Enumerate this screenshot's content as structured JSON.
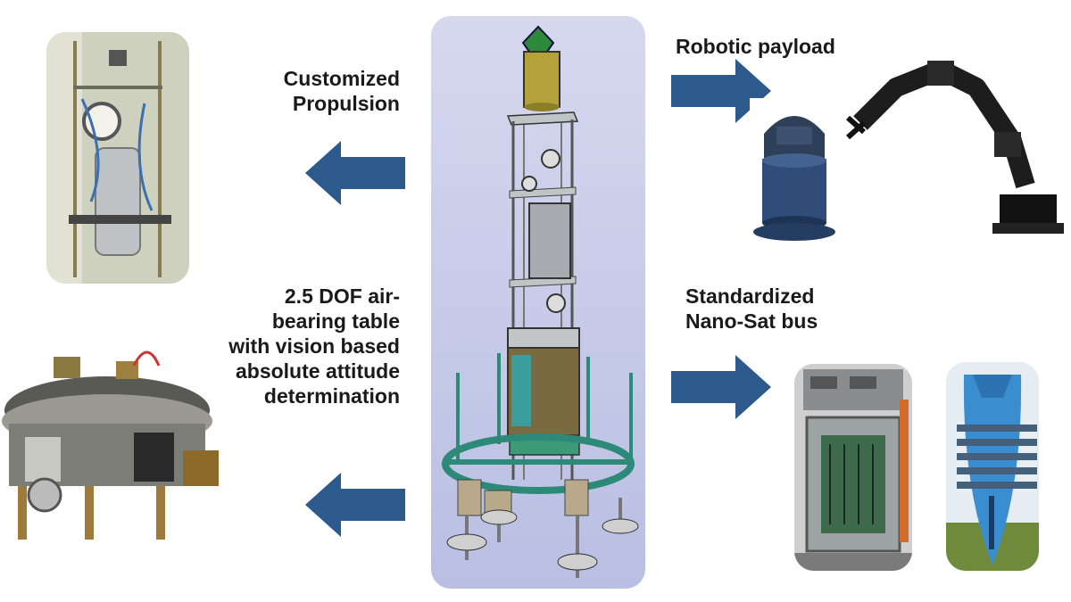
{
  "labels": {
    "propulsion": "Customized\nPropulsion",
    "air_bearing": "2.5 DOF air-\nbearing table\nwith vision based\nabsolute attitude\ndetermination",
    "robotic": "Robotic payload",
    "nanosat": "Standardized\nNano-Sat bus"
  },
  "colors": {
    "arrow": "#2c5a8c",
    "center_panel": "#c7cbe8",
    "cad_gold": "#b5a13a",
    "cad_green": "#2e8a78"
  },
  "icons": {
    "propulsion_photo": "propulsion-rig-photo",
    "airbearing_photo": "air-bearing-table-photo",
    "center_model": "spacecraft-simulator-cad-model",
    "robot_base": "robot-turret-photo",
    "robot_arm": "robotic-arm-photo",
    "bus_board": "nanosat-bus-photo",
    "blue_device": "blue-satellite-model-photo"
  }
}
